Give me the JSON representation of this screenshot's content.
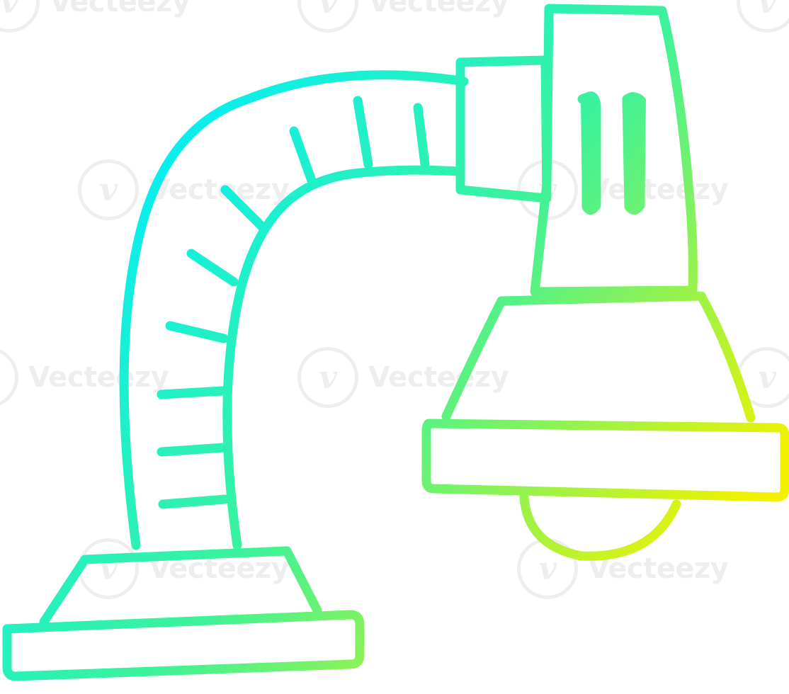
{
  "watermark": {
    "text": "Vecteezy",
    "glyph": "v"
  },
  "illustration": {
    "subject": "desk-lamp",
    "gradient": {
      "start": "#00eefc",
      "middle": "#3cf29a",
      "end": "#f2f200"
    },
    "background": "#ffffff"
  }
}
